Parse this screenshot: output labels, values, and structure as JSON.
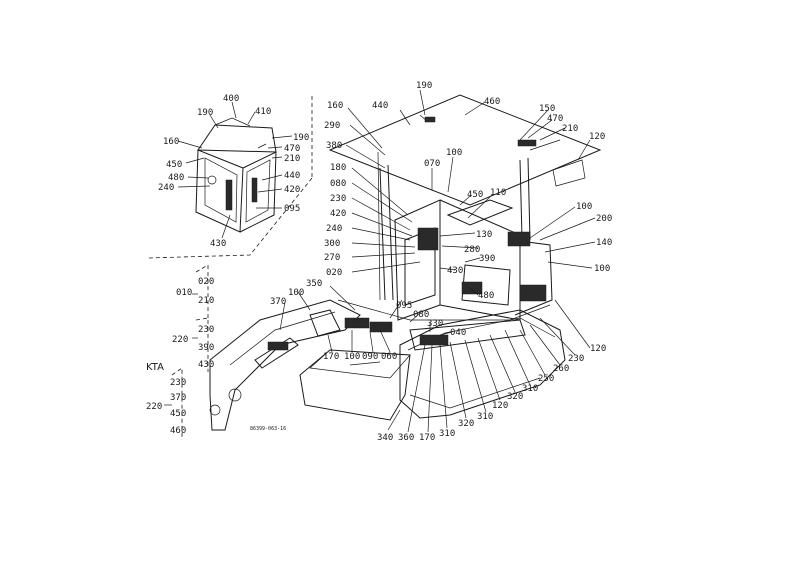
{
  "callouts": {
    "inset": [
      "190",
      "400",
      "410",
      "160",
      "190",
      "470",
      "450",
      "210",
      "480",
      "440",
      "240",
      "420",
      "095",
      "430"
    ],
    "cabin_left": [
      "160",
      "290",
      "380",
      "180",
      "080",
      "230",
      "420",
      "240",
      "300",
      "270",
      "020"
    ],
    "cabin_top": [
      "190",
      "440",
      "460",
      "150",
      "470",
      "210",
      "120",
      "070",
      "100",
      "450",
      "110"
    ],
    "cabin_right": [
      "100",
      "200",
      "140",
      "100",
      "130",
      "280",
      "390",
      "430",
      "480"
    ],
    "arm": [
      "350",
      "100",
      "370",
      "095",
      "080",
      "330",
      "040",
      "170",
      "100",
      "090",
      "060"
    ],
    "bottom": [
      "340",
      "360",
      "170",
      "310",
      "320",
      "310",
      "120",
      "320",
      "310",
      "250",
      "260",
      "230",
      "120"
    ],
    "left_variant": [
      "020",
      "010",
      "210",
      "220",
      "230",
      "390",
      "430",
      "KTA",
      "230",
      "370",
      "220",
      "450",
      "460"
    ],
    "drawing_code": "86399-063-16"
  }
}
